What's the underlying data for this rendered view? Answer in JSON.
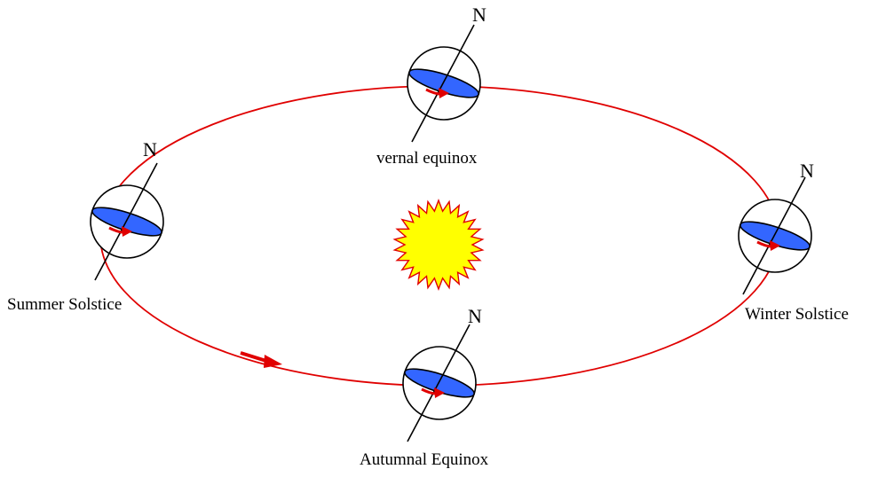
{
  "colors": {
    "orbit": "#e00000",
    "arrow": "#e00000",
    "sun_fill": "#ffff00",
    "sun_stroke": "#e00000",
    "equator_plane": "#3366ff",
    "outline": "#000000",
    "background": "#ffffff"
  },
  "positions": {
    "vernal": {
      "label": "vernal equinox",
      "north_label": "N"
    },
    "summer": {
      "label": "Summer Solstice",
      "north_label": "N"
    },
    "winter": {
      "label": "Winter Solstice",
      "north_label": "N"
    },
    "autumnal": {
      "label": "Autumnal Equinox",
      "north_label": "N"
    }
  },
  "icons": {
    "sun": "sun-icon",
    "earth": "earth-globe-icon",
    "orbit_direction": "arrow-right-icon"
  }
}
